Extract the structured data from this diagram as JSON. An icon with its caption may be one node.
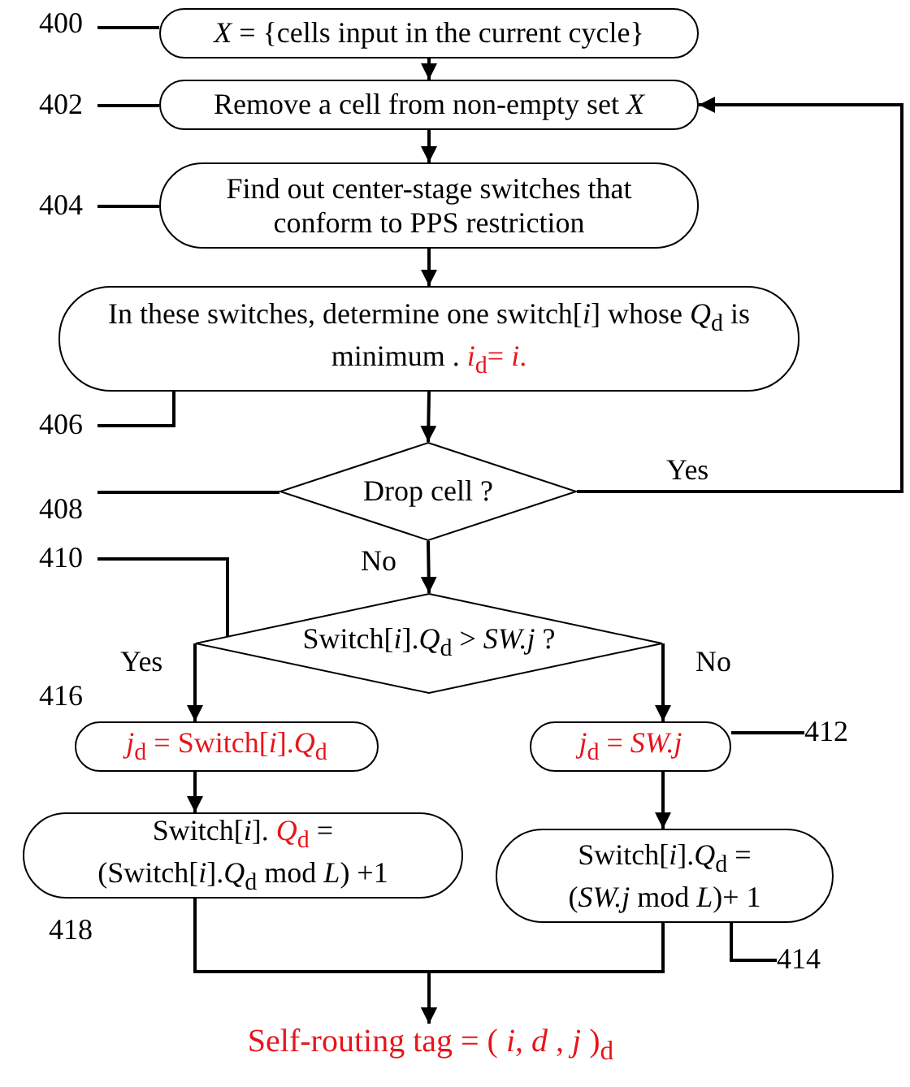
{
  "diagram": {
    "nodes": [
      {
        "text": [
          "*X* = {cells input in the current cycle}"
        ]
      },
      {
        "text": [
          "Remove a cell from non-empty set *X*"
        ]
      },
      {
        "text": [
          "Find out center-stage switches that conform to PPS restriction"
        ]
      },
      {
        "text": [
          "In these switches, determine one switch[*i*] whose *Q*$_{d}$ is minimum .",
          "*i*$_{d}$= *i*."
        ]
      },
      {
        "text": [
          "Drop cell ?"
        ]
      },
      {
        "text": [
          "Switch[*i*].*Q*$_{d}$ > *SW.j* ?"
        ]
      },
      {
        "text": [
          "*j*$_{d}$ = Switch[*i*].*Q*$_{d}$"
        ]
      },
      {
        "text": [
          "*j*$_{d}$ = *SW.j*"
        ]
      },
      {
        "text": [
          "Switch[*i*].",
          "*Q*$_{d}$",
          "= (Switch[*i*].*Q*$_{d}$ mod *L*) +1"
        ]
      },
      {
        "text": [
          "Switch[*i*].*Q*$_{d}$ = (*SW.j* mod *L*)+ 1"
        ]
      },
      {
        "text": [
          "Self-routing tag = ( *i*, *d* , *j* )$_{d}$"
        ]
      },
      {
        "text": [
          "400"
        ]
      },
      {
        "text": [
          "402"
        ]
      },
      {
        "text": [
          "404"
        ]
      },
      {
        "text": [
          "406"
        ]
      },
      {
        "text": [
          "408"
        ]
      },
      {
        "text": [
          "410"
        ]
      },
      {
        "text": [
          "412"
        ]
      },
      {
        "text": [
          "414"
        ]
      }
    ],
    "edges": [
      {
        "from": 0,
        "to": 1,
        "arrow": "to"
      },
      {
        "from": 1,
        "to": 2,
        "arrow": "to"
      },
      {
        "from": 2,
        "to": 3,
        "arrow": "to"
      },
      {
        "from": 3,
        "to": 4,
        "arrow": "to"
      },
      {
        "from": 4,
        "to": 1,
        "arrow": "to",
        "label": "Yes"
      },
      {
        "from": 4,
        "to": 5,
        "arrow": "to",
        "label": "No"
      },
      {
        "from": 5,
        "to": 6,
        "arrow": "to",
        "label": "Yes"
      },
      {
        "from": 5,
        "to": 7,
        "arrow": "to",
        "label": "No"
      },
      {
        "from": 6,
        "to": 8,
        "arrow": "to"
      },
      {
        "from": 7,
        "to": 9,
        "arrow": "to"
      },
      {
        "from": 8,
        "to": 10,
        "arrow": "to"
      },
      {
        "from": 9,
        "to": 10,
        "arrow": "to"
      },
      {
        "from": 11,
        "to": 0,
        "arrow": "none"
      },
      {
        "from": 12,
        "to": 1,
        "arrow": "none"
      },
      {
        "from": 13,
        "to": 2,
        "arrow": "none"
      },
      {
        "from": 14,
        "to": 3,
        "arrow": "none"
      },
      {
        "from": 15,
        "to": 4,
        "arrow": "none"
      },
      {
        "from": 16,
        "to": 5,
        "arrow": "none"
      },
      {
        "from": 17,
        "to": 7,
        "arrow": "none"
      },
      {
        "from": 18,
        "to": 9,
        "arrow": "none"
      }
    ],
    "labels": [
      "416",
      "418"
    ]
  }
}
